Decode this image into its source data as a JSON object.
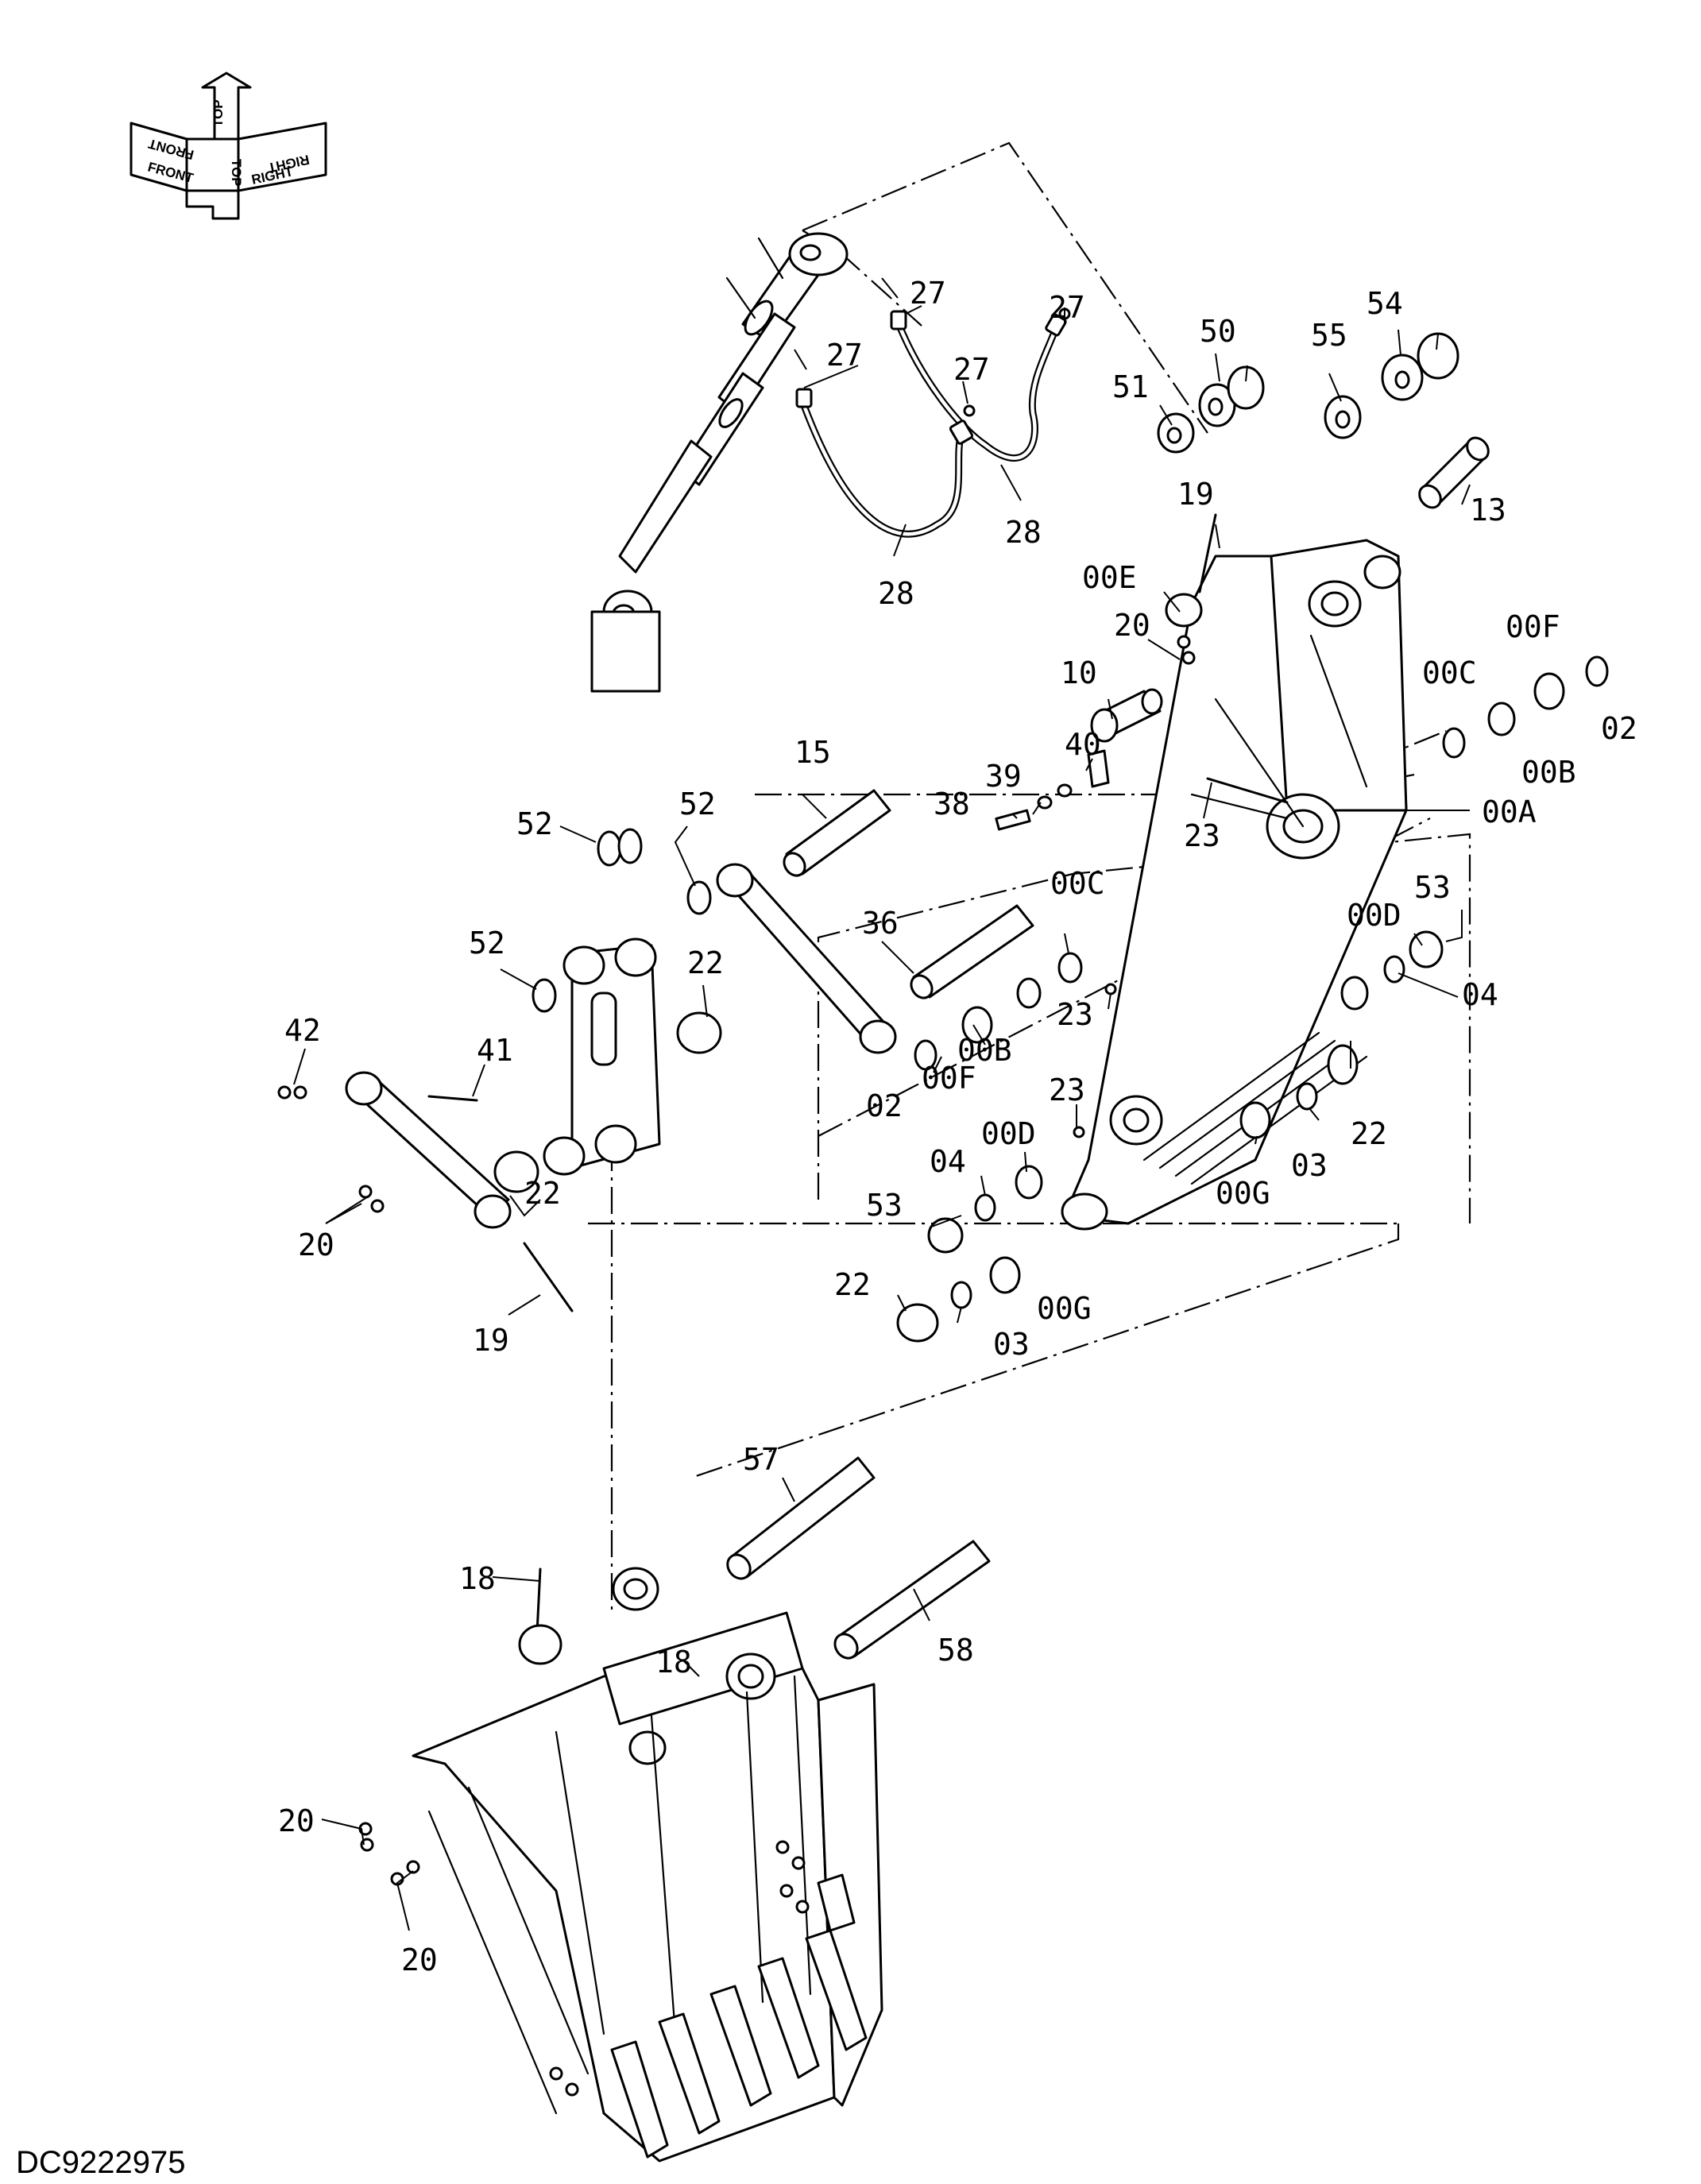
{
  "orientation_rose": {
    "labels": [
      "FRONT",
      "TOP",
      "RIGHT",
      "FRONT",
      "TOP",
      "RIGHT"
    ]
  },
  "document_id": "DC9222975",
  "callouts": [
    "27",
    "27",
    "27",
    "27",
    "28",
    "28",
    "50",
    "51",
    "54",
    "55",
    "13",
    "19",
    "00E",
    "20",
    "10",
    "00F",
    "00C",
    "02",
    "00B",
    "40",
    "39",
    "38",
    "23",
    "00A",
    "15",
    "52",
    "52",
    "52",
    "36",
    "00C",
    "53",
    "00D",
    "04",
    "22",
    "23",
    "00B",
    "00F",
    "02",
    "42",
    "41",
    "22",
    "23",
    "00D",
    "04",
    "53",
    "22",
    "03",
    "00G",
    "03",
    "00G",
    "22",
    "20",
    "19",
    "57",
    "18",
    "18",
    "58",
    "20",
    "20"
  ]
}
